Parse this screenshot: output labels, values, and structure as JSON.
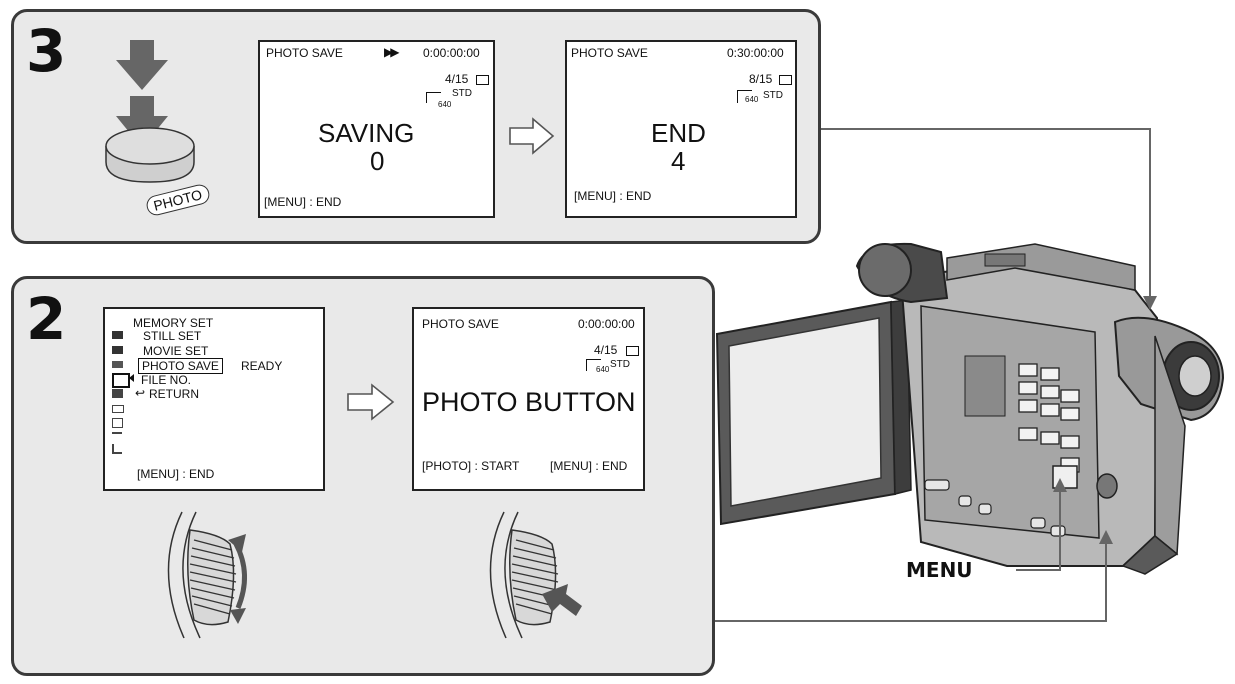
{
  "step3": {
    "number": "3",
    "button_label": "PHOTO",
    "screen_saving": {
      "title": "PHOTO SAVE",
      "ff_symbol": "▶▶",
      "timecode": "0:00:00:00",
      "counter": "4/15",
      "image_size": "640",
      "quality": "STD",
      "main_text": "SAVING",
      "main_value": "0",
      "footer": "[MENU] : END"
    },
    "screen_end": {
      "title": "PHOTO SAVE",
      "timecode": "0:30:00:00",
      "counter": "8/15",
      "image_size": "640",
      "quality": "STD",
      "main_text": "END",
      "main_value": "4",
      "footer": "[MENU] : END"
    }
  },
  "step2": {
    "number": "2",
    "screen_menu": {
      "title": "MEMORY SET",
      "items": [
        "STILL SET",
        "MOVIE SET",
        "PHOTO SAVE",
        "FILE NO.",
        "RETURN"
      ],
      "selected_status": "READY",
      "return_symbol": "↩",
      "footer": "[MENU] : END"
    },
    "screen_photo_button": {
      "title": "PHOTO SAVE",
      "timecode": "0:00:00:00",
      "counter": "4/15",
      "image_size": "640",
      "quality": "STD",
      "main_text": "PHOTO BUTTON",
      "footer_left": "[PHOTO] : START",
      "footer_right": "[MENU] : END"
    }
  },
  "camera": {
    "menu_label": "MENU"
  }
}
